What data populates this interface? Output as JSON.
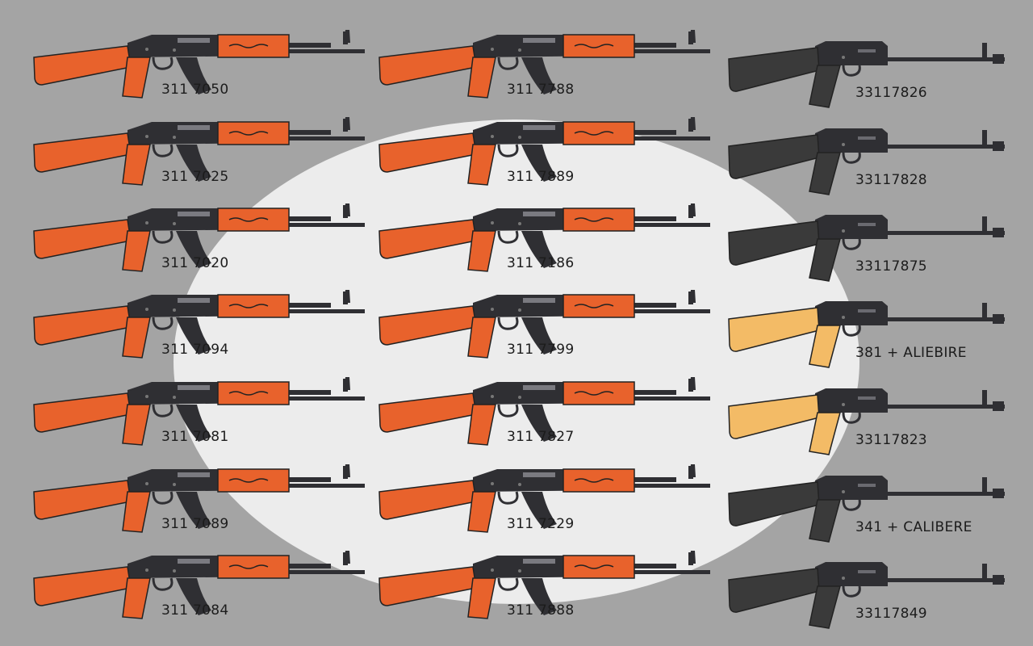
{
  "palette": {
    "background": "#a4a4a4",
    "backdrop": "#ececec",
    "orange_furniture": "#e8622c",
    "tan_furniture": "#f3bb66",
    "black_furniture": "#3a3a3a",
    "metal": "#2f2f33"
  },
  "columns": [
    {
      "style": "ak",
      "items": [
        {
          "label": "311 7050",
          "furniture": "orange"
        },
        {
          "label": "311 7025",
          "furniture": "orange"
        },
        {
          "label": "311 7020",
          "furniture": "orange"
        },
        {
          "label": "311 7094",
          "furniture": "orange"
        },
        {
          "label": "311 7081",
          "furniture": "orange"
        },
        {
          "label": "311 7089",
          "furniture": "orange"
        },
        {
          "label": "311 7084",
          "furniture": "orange"
        }
      ]
    },
    {
      "style": "ak",
      "items": [
        {
          "label": "311 7788",
          "furniture": "orange"
        },
        {
          "label": "311 7889",
          "furniture": "orange"
        },
        {
          "label": "311 7186",
          "furniture": "orange"
        },
        {
          "label": "311 7799",
          "furniture": "orange"
        },
        {
          "label": "311 7827",
          "furniture": "orange"
        },
        {
          "label": "311 7229",
          "furniture": "orange"
        },
        {
          "label": "311 7888",
          "furniture": "orange"
        }
      ]
    },
    {
      "style": "modern",
      "items": [
        {
          "label": "33117826",
          "furniture": "black"
        },
        {
          "label": "33117828",
          "furniture": "black"
        },
        {
          "label": "33117875",
          "furniture": "black"
        },
        {
          "label": "381 + ALIEBIRE",
          "furniture": "tan"
        },
        {
          "label": "33117823",
          "furniture": "tan"
        },
        {
          "label": "341 + CALIBERE",
          "furniture": "black"
        },
        {
          "label": "33117849",
          "furniture": "black"
        }
      ]
    }
  ]
}
